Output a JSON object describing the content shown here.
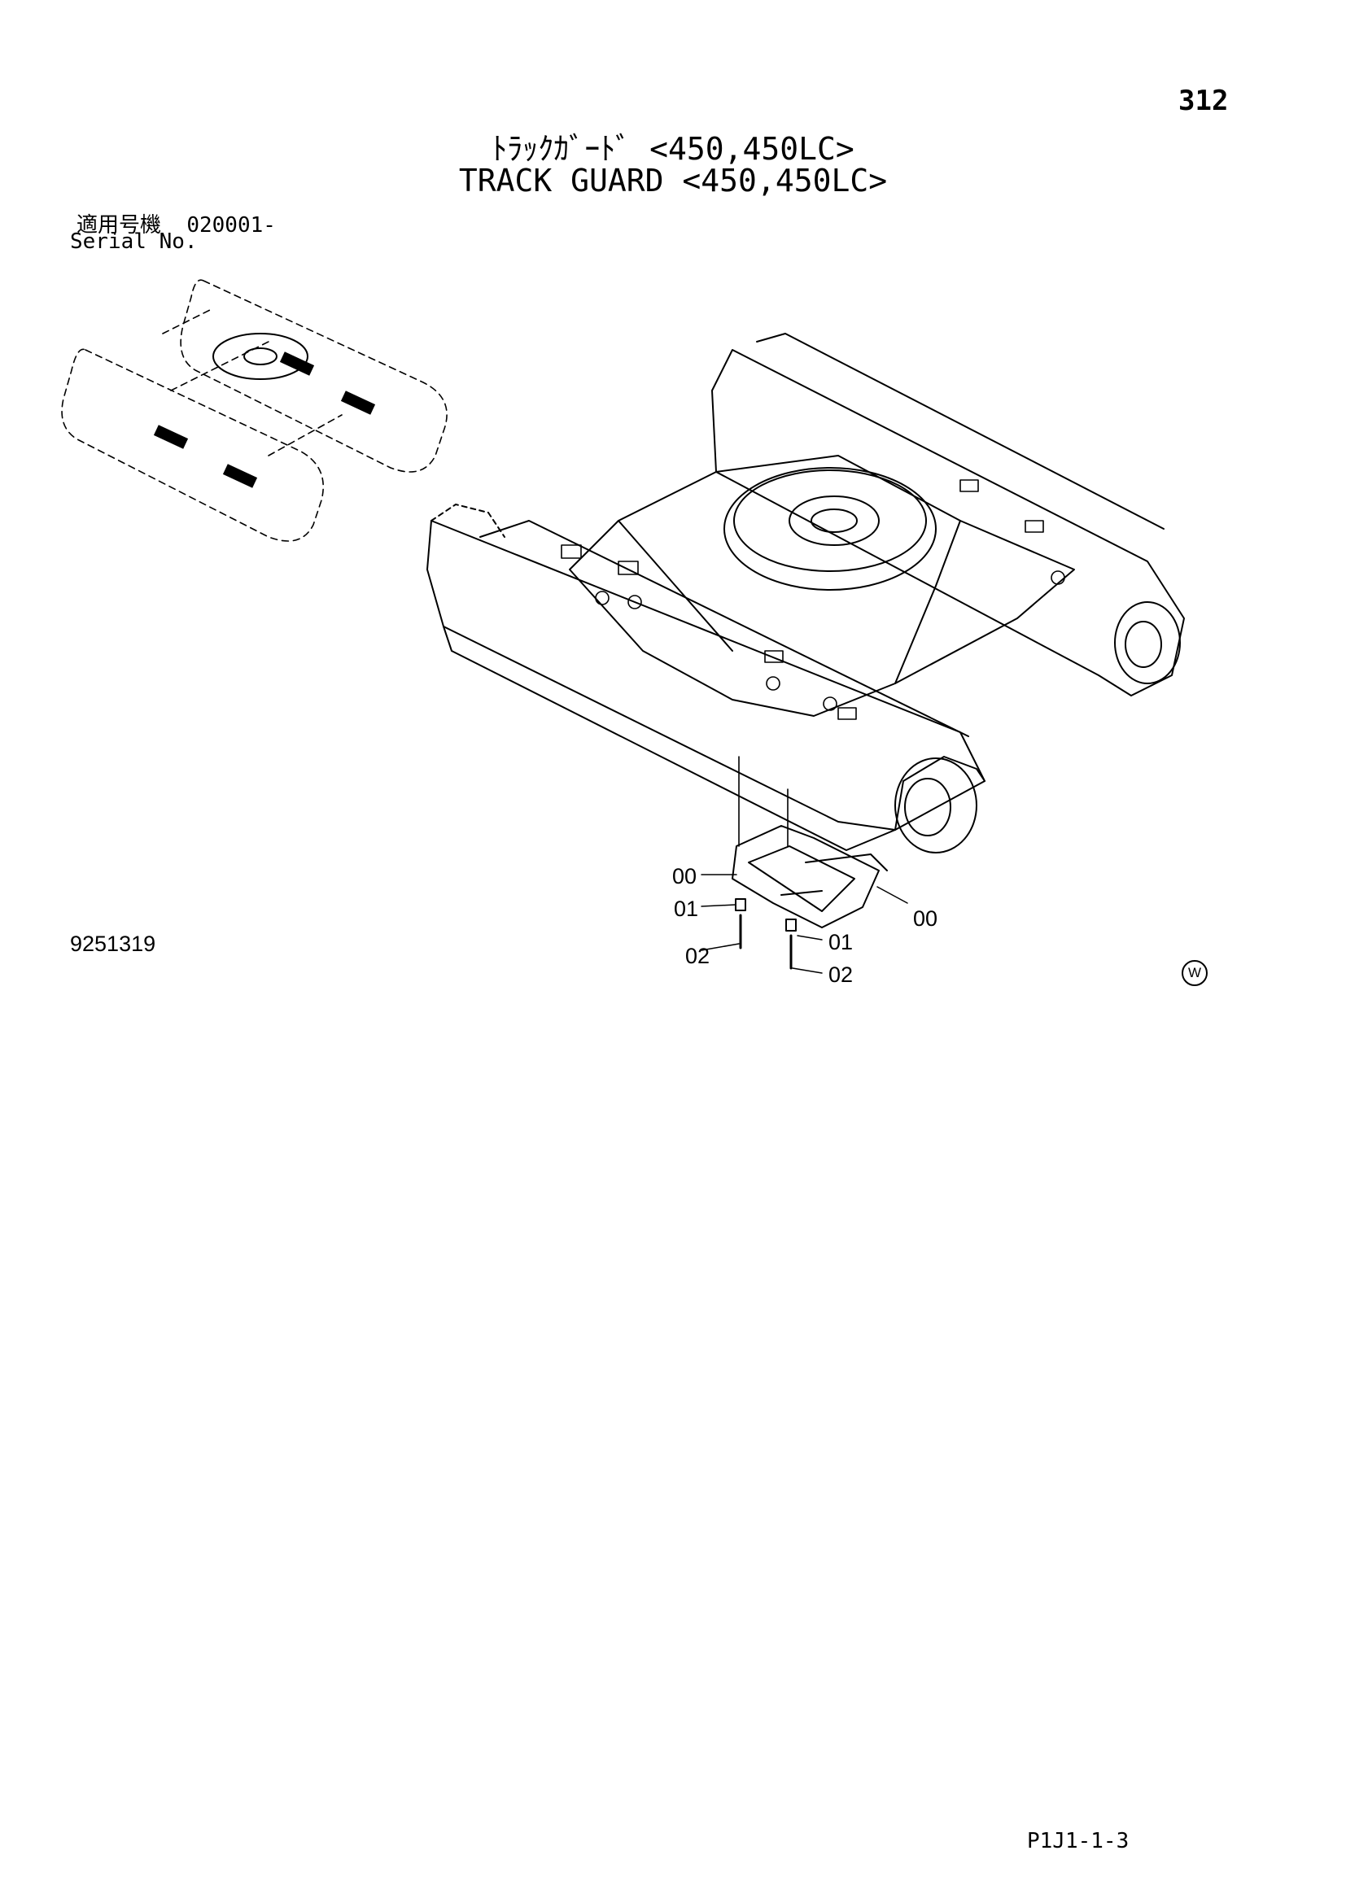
{
  "page_number": "312",
  "title_jp": "ﾄﾗｯｸｶﾞｰﾄﾞ <450,450LC>",
  "title_en": "TRACK GUARD <450,450LC>",
  "serial": {
    "label_jp": "適用号機",
    "value": "020001-",
    "label_en": "Serial No."
  },
  "callouts": [
    "00",
    "01",
    "02",
    "00",
    "01",
    "02"
  ],
  "drawing_number": "9251319",
  "watermark": "W",
  "page_code": "P1J1-1-3"
}
